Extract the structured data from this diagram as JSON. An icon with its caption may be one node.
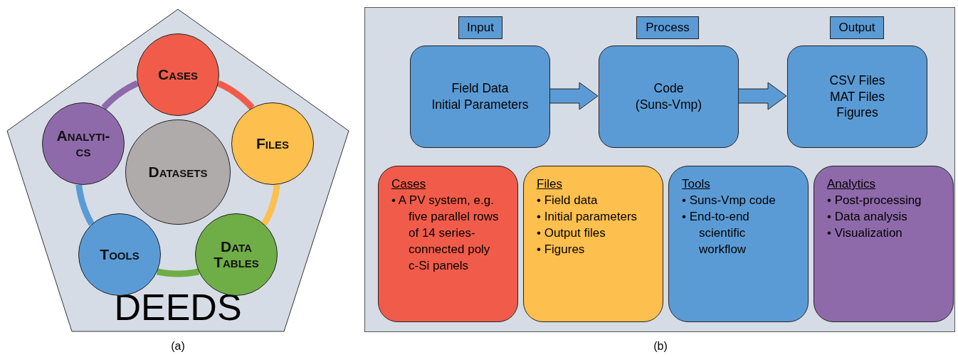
{
  "diagram": {
    "nodes": [
      {
        "text": [
          "DEEDS"
        ]
      },
      {
        "text": [
          "Cases"
        ],
        "in": 0
      },
      {
        "text": [
          "Files"
        ],
        "in": 0
      },
      {
        "text": [
          "Data Tables"
        ],
        "in": 0
      },
      {
        "text": [
          "Tools"
        ],
        "in": 0
      },
      {
        "text": [
          "Analyti- cs"
        ],
        "in": 0
      },
      {
        "text": [
          "Datasets"
        ],
        "in": 0
      },
      {
        "text": [],
        "shape": "box"
      },
      {
        "text": [
          "Input"
        ],
        "in": 7
      },
      {
        "text": [
          "Process"
        ],
        "in": 7
      },
      {
        "text": [
          "Output"
        ],
        "in": 7
      },
      {
        "text": [
          "Field Data",
          "Initial Parameters"
        ],
        "in": 7
      },
      {
        "text": [
          "Code",
          "(Suns-Vmp)"
        ],
        "in": 7
      },
      {
        "text": [
          "CSV Files",
          "MAT Files",
          "Figures"
        ],
        "in": 7
      },
      {
        "text": [
          "Cases",
          "• A PV system, e.g. five parallel rows of 14 series-connected poly c-Si panels"
        ],
        "in": 7
      },
      {
        "text": [
          "Files",
          "• Field data",
          "• Initial parameters",
          "• Output files",
          "• Figures"
        ],
        "in": 7
      },
      {
        "text": [
          "Tools",
          "• Suns-Vmp code",
          "• End-to-end scientific workflow"
        ],
        "in": 7
      },
      {
        "text": [
          "Analytics",
          "• Post-processing",
          "• Data analysis",
          "• Visualization"
        ],
        "in": 7
      }
    ],
    "edges": [
      {
        "from": 1,
        "to": 2,
        "arrow": "none",
        "color": "#f15c4a"
      },
      {
        "from": 2,
        "to": 3,
        "arrow": "none",
        "color": "#fdbf4e"
      },
      {
        "from": 3,
        "to": 4,
        "arrow": "none",
        "color": "#6fad47"
      },
      {
        "from": 4,
        "to": 5,
        "arrow": "none",
        "color": "#5b9bd5"
      },
      {
        "from": 5,
        "to": 1,
        "arrow": "none",
        "color": "#8f6aaa"
      },
      {
        "from": 11,
        "to": 12,
        "arrow": "to"
      },
      {
        "from": 12,
        "to": 13,
        "arrow": "to"
      }
    ],
    "labels": [
      "(a)",
      "(b)"
    ]
  }
}
